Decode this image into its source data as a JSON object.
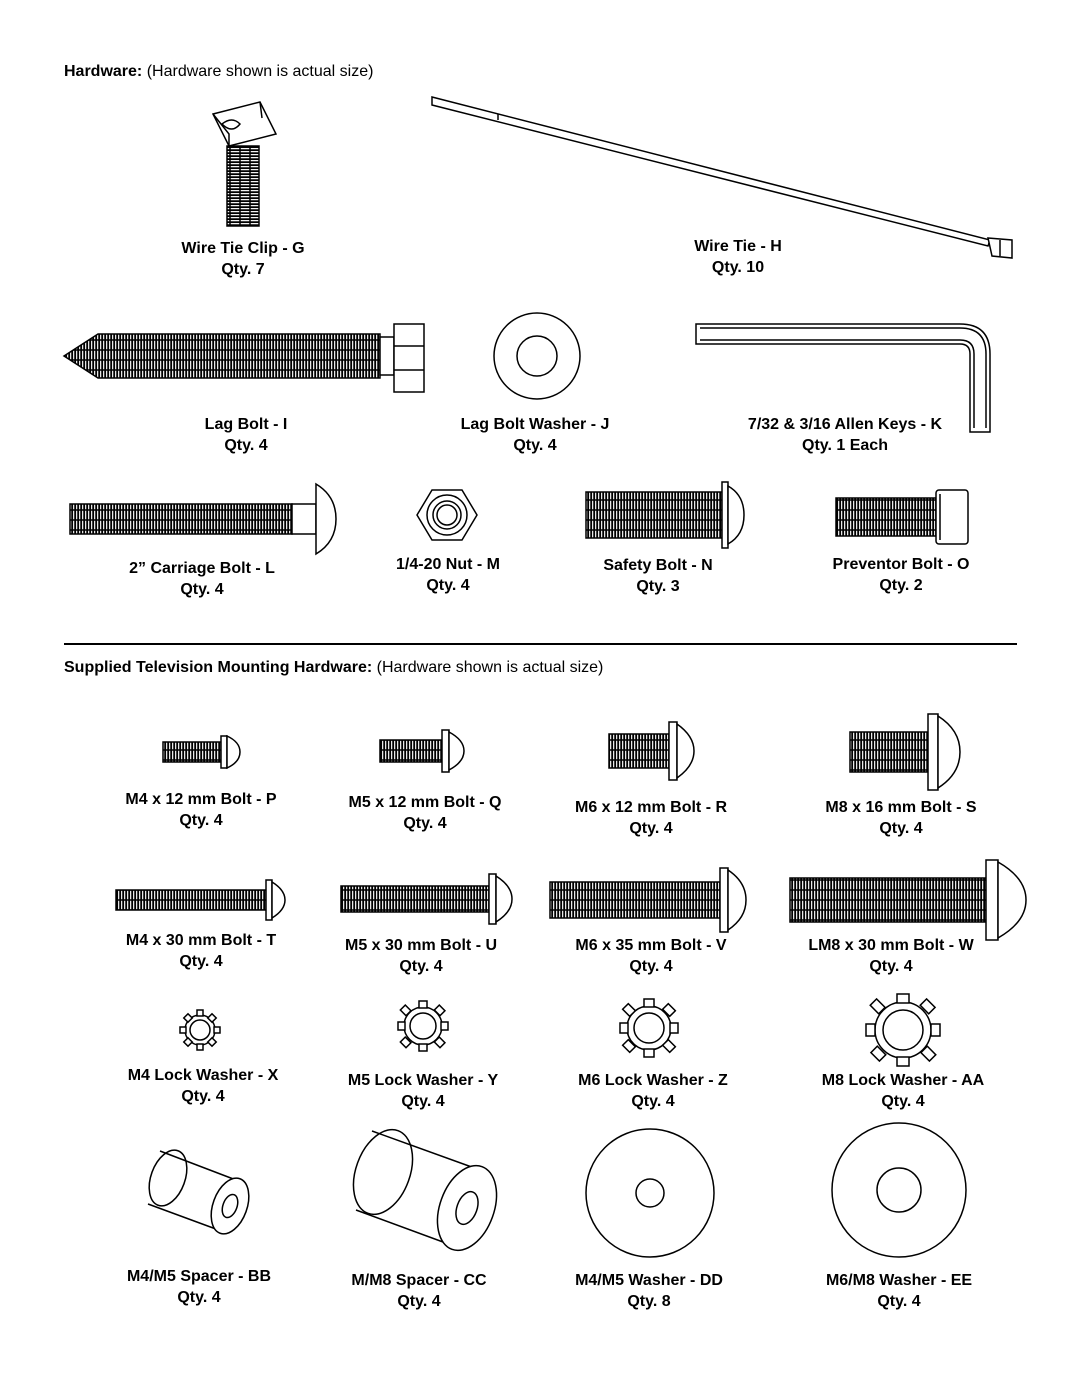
{
  "section1": {
    "bold": "Hardware:",
    "note": "(Hardware shown is actual size)"
  },
  "section2": {
    "bold": "Supplied Television Mounting Hardware:",
    "note": "(Hardware shown is actual size)"
  },
  "items": {
    "g": {
      "name": "Wire Tie Clip - G",
      "qty": "Qty. 7"
    },
    "h": {
      "name": "Wire Tie - H",
      "qty": "Qty. 10"
    },
    "i": {
      "name": "Lag Bolt - I",
      "qty": "Qty. 4"
    },
    "j": {
      "name": "Lag Bolt Washer - J",
      "qty": "Qty. 4"
    },
    "k": {
      "name": "7/32 & 3/16 Allen Keys - K",
      "qty": "Qty. 1 Each"
    },
    "l": {
      "name": "2” Carriage Bolt - L",
      "qty": "Qty. 4"
    },
    "m": {
      "name": "1/4-20 Nut - M",
      "qty": "Qty. 4"
    },
    "n": {
      "name": "Safety Bolt - N",
      "qty": "Qty. 3"
    },
    "o": {
      "name": "Preventor Bolt - O",
      "qty": "Qty. 2"
    },
    "p": {
      "name": "M4 x 12 mm Bolt - P",
      "qty": "Qty. 4"
    },
    "q": {
      "name": "M5 x 12 mm Bolt - Q",
      "qty": "Qty. 4"
    },
    "r": {
      "name": "M6 x 12 mm Bolt - R",
      "qty": "Qty. 4"
    },
    "s": {
      "name": "M8 x 16 mm Bolt - S",
      "qty": "Qty. 4"
    },
    "t": {
      "name": "M4 x 30 mm Bolt - T",
      "qty": "Qty. 4"
    },
    "u": {
      "name": "M5 x 30 mm Bolt - U",
      "qty": "Qty. 4"
    },
    "v": {
      "name": "M6 x 35 mm Bolt - V",
      "qty": "Qty. 4"
    },
    "w": {
      "name": "LM8 x 30 mm Bolt - W",
      "qty": "Qty. 4"
    },
    "x": {
      "name": "M4 Lock Washer - X",
      "qty": "Qty. 4"
    },
    "y": {
      "name": "M5 Lock Washer - Y",
      "qty": "Qty. 4"
    },
    "z": {
      "name": "M6 Lock Washer - Z",
      "qty": "Qty. 4"
    },
    "aa": {
      "name": "M8 Lock Washer - AA",
      "qty": "Qty. 4"
    },
    "bb": {
      "name": "M4/M5 Spacer - BB",
      "qty": "Qty. 4"
    },
    "cc": {
      "name": "M/M8 Spacer - CC",
      "qty": "Qty. 4"
    },
    "dd": {
      "name": "M4/M5 Washer - DD",
      "qty": "Qty. 8"
    },
    "ee": {
      "name": "M6/M8 Washer - EE",
      "qty": "Qty. 4"
    }
  }
}
